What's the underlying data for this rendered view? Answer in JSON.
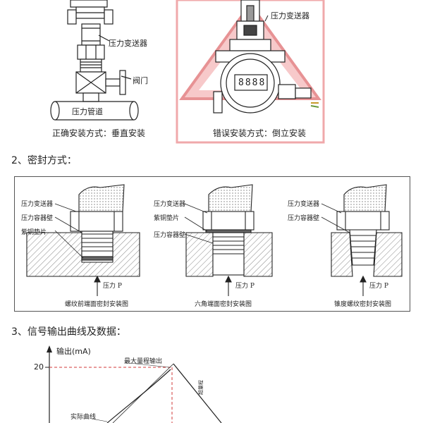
{
  "top": {
    "left_labels": {
      "transmitter": "压力变送器",
      "valve": "阀门",
      "pipe": "压力管道",
      "caption": "正确安装方式：垂直安装"
    },
    "right_labels": {
      "transmitter": "压力变送器",
      "display": "8888",
      "caption": "错误安装方式：倒立安装"
    }
  },
  "section2": {
    "heading": "2、密封方式：",
    "diagrams": [
      {
        "labels": [
          "压力变送器",
          "压力容器壁",
          "紫铜垫片"
        ],
        "pressure": "压力 P",
        "caption": "螺纹前端面密封安装图"
      },
      {
        "labels": [
          "压力变送器",
          "紫铜垫片",
          "压力容器壁"
        ],
        "pressure": "压力 P",
        "caption": "六角端面密封安装图"
      },
      {
        "labels": [
          "压力变送器",
          "压力容器壁"
        ],
        "pressure": "压力 P",
        "caption": "锥度螺纹密封安装图"
      }
    ]
  },
  "section3": {
    "heading": "3、信号输出曲线及数据：",
    "y_axis_label": "输出(mA)",
    "y_tick": "20",
    "max_output_label": "最大量程输出",
    "actual_curve_label": "实际曲线",
    "side_label": "超量程"
  },
  "colors": {
    "warning_red": "#f2b6b8",
    "line": "#222222",
    "dashed": "#d23a3a"
  }
}
